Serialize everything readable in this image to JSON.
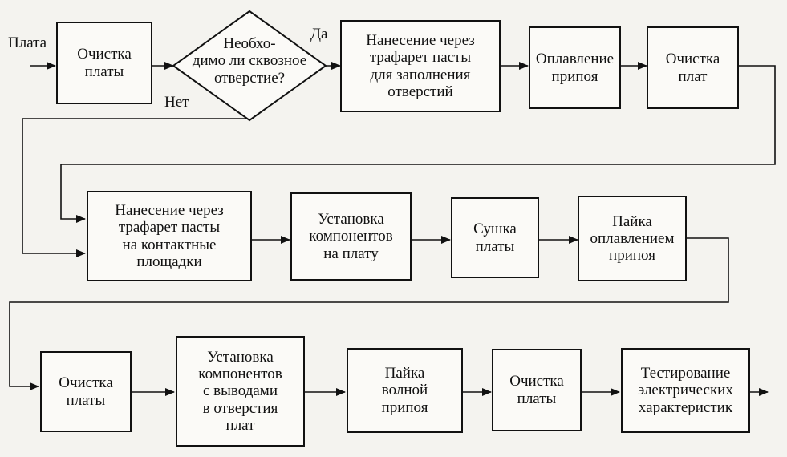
{
  "diagram": {
    "input_label": "Плата",
    "yes_label": "Да",
    "no_label": "Нет",
    "decision": "Необхо-\nдимо ли сквозное\nотверстие?",
    "row1": [
      "Очистка\nплаты",
      "Нанесение через\nтрафарет пасты\nдля заполнения\nотверстий",
      "Оплавление\nприпоя",
      "Очистка\nплат"
    ],
    "row2": [
      "Нанесение через\nтрафарет пасты\nна контактные\nплощадки",
      "Установка\nкомпонентов\nна плату",
      "Сушка\nплаты",
      "Пайка\nоплавлением\nприпоя"
    ],
    "row3": [
      "Очистка\nплаты",
      "Установка\nкомпонентов\nс выводами\nв отверстия\nплат",
      "Пайка\nволной\nприпоя",
      "Очистка\nплаты",
      "Тестирование\nэлектрических\nхарактеристик"
    ]
  }
}
